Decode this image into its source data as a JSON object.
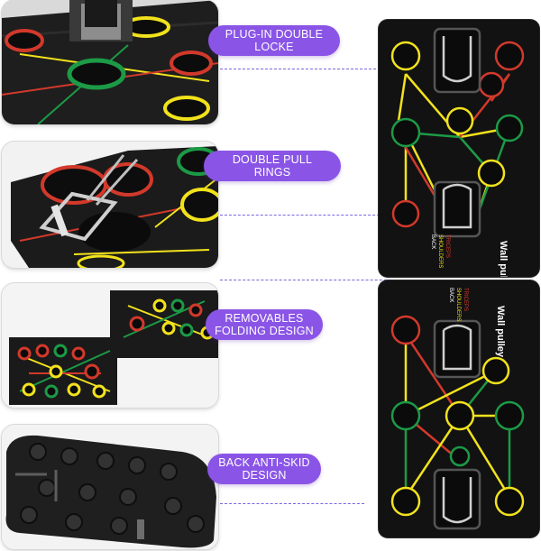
{
  "callouts": [
    {
      "label": "PLUG-IN DOUBLE\nLOCKE"
    },
    {
      "label": "DOUBLE PULL RINGS"
    },
    {
      "label": "REMOVABLES\nFOLDING DESIGN"
    },
    {
      "label": "BACK ANTI-SKID\nDESIGN"
    }
  ],
  "board": {
    "brand": "Wall pulley",
    "legend": {
      "triceps": "TRICEPS",
      "shoulders": "SHOULDERS",
      "back": "BACK"
    }
  },
  "colors": {
    "accent_pill": "#8a55e6",
    "board_bg": "#121212",
    "yellow": "#f2e21c",
    "green": "#1c9a46",
    "red": "#d2392b"
  }
}
